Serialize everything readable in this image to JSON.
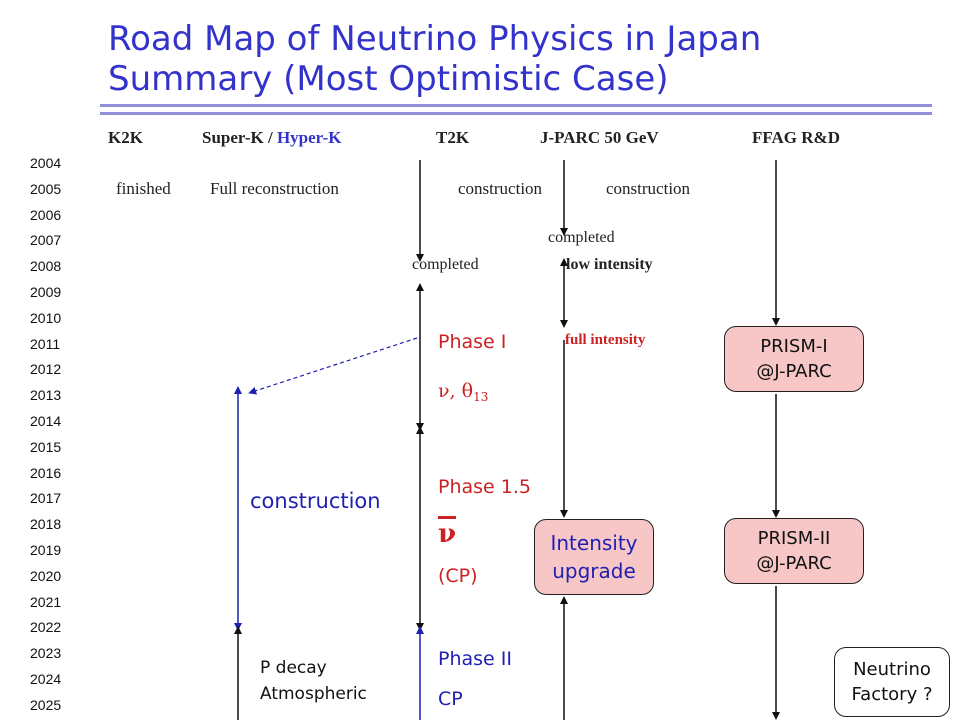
{
  "title": {
    "line1": "Road Map of Neutrino Physics in Japan",
    "line2": "Summary (Most Optimistic Case)"
  },
  "columns": {
    "k2k": "K2K",
    "superk": "Super-K",
    "slash": " / ",
    "hyperk": "Hyper-K",
    "t2k": "T2K",
    "jparc": "J-PARC 50 GeV",
    "ffag": "FFAG R&D"
  },
  "years": [
    "2004",
    "2005",
    "2006",
    "2007",
    "2008",
    "2009",
    "2010",
    "2011",
    "2012",
    "2013",
    "2014",
    "2015",
    "2016",
    "2017",
    "2018",
    "2019",
    "2020",
    "2021",
    "2022",
    "2023",
    "2024",
    "2025"
  ],
  "status": {
    "finished": "finished",
    "full_reconstruction": "Full reconstruction",
    "t2k_construction": "construction",
    "jparc_construction": "construction",
    "jparc_completed": "completed",
    "t2k_completed": "completed",
    "low_intensity": "low intensity",
    "full_intensity": "full intensity"
  },
  "phases": {
    "phase1": "Phase I",
    "phase1_detail": "ν,  θ",
    "phase1_sub": "13",
    "phase15": "Phase 1.5",
    "nubar": "ν",
    "cp_paren": "(CP)",
    "phase2": "Phase II",
    "cp": "CP"
  },
  "hyperk_block": {
    "construction": "construction",
    "p_decay": "P decay",
    "atmospheric": "Atmospheric"
  },
  "boxes": {
    "prism1_l1": "PRISM-I",
    "prism1_l2": "@J-PARC",
    "intensity_l1": "Intensity",
    "intensity_l2": "upgrade",
    "prism2_l1": "PRISM-II",
    "prism2_l2": "@J-PARC",
    "nufact_l1": "Neutrino",
    "nufact_l2": "Factory ?"
  },
  "colors": {
    "title": "#3333cc",
    "rule": "#9090d8",
    "red_label": "#cc2222",
    "blue_arrow": "#1f1fb0",
    "box_fill": "#f7c6c6"
  }
}
